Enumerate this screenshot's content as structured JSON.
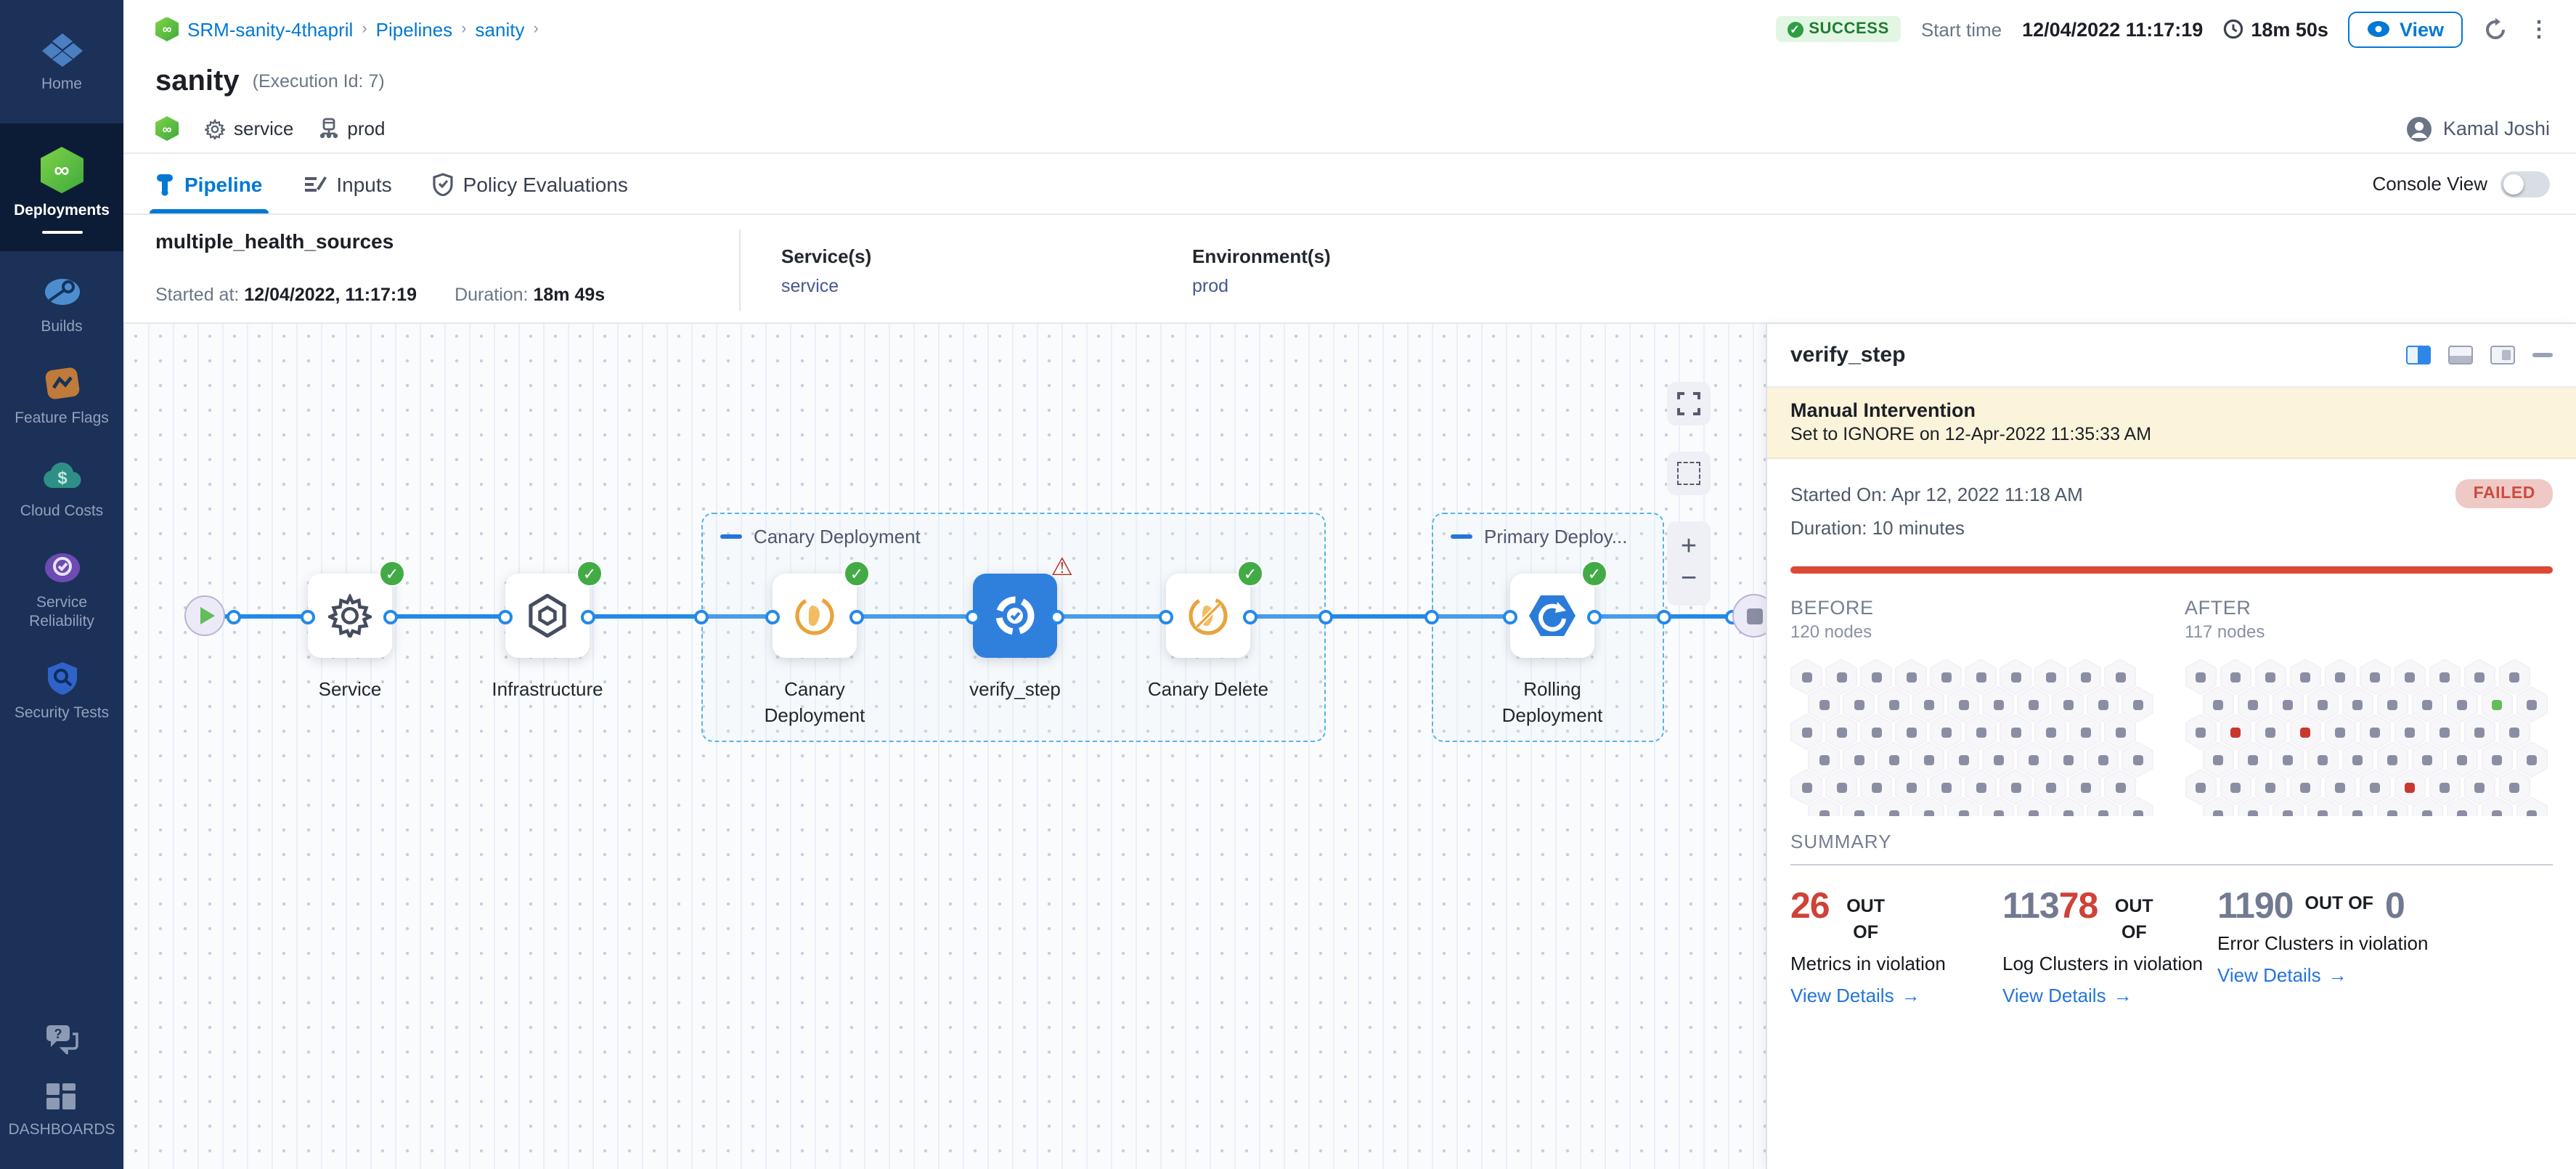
{
  "sidebar": {
    "items": [
      {
        "label": "Home"
      },
      {
        "label": "Deployments"
      },
      {
        "label": "Builds"
      },
      {
        "label": "Feature Flags"
      },
      {
        "label": "Cloud Costs"
      },
      {
        "label": "Service Reliability"
      },
      {
        "label": "Security Tests"
      }
    ],
    "dashboards_label": "DASHBOARDS",
    "infinity_glyph": "∞"
  },
  "header": {
    "breadcrumb": {
      "project": "SRM-sanity-4thapril",
      "pipelines": "Pipelines",
      "pipeline": "sanity"
    },
    "title": "sanity",
    "execution_id": "(Execution Id: 7)",
    "status": "SUCCESS",
    "start_time_label": "Start time",
    "start_time": "12/04/2022 11:17:19",
    "duration": "18m 50s",
    "view_label": "View",
    "tag_service": "service",
    "tag_env": "prod",
    "user": "Kamal Joshi"
  },
  "tabs": {
    "pipeline": "Pipeline",
    "inputs": "Inputs",
    "policy": "Policy Evaluations",
    "console_view": "Console View"
  },
  "run_info": {
    "name": "multiple_health_sources",
    "started_label": "Started at:",
    "started": "12/04/2022, 11:17:19",
    "duration_label": "Duration:",
    "duration": "18m 49s",
    "services_label": "Service(s)",
    "service": "service",
    "env_label": "Environment(s)",
    "env": "prod"
  },
  "pipeline": {
    "groups": {
      "canary": "Canary Deployment",
      "primary": "Primary Deploy..."
    },
    "nodes": {
      "service": "Service",
      "infrastructure": "Infrastructure",
      "canary_deployment": "Canary Deployment",
      "verify_step": "verify_step",
      "canary_delete": "Canary Delete",
      "rolling_deployment": "Rolling Deployment"
    }
  },
  "panel": {
    "title": "verify_step",
    "banner_title": "Manual Intervention",
    "banner_subtitle": "Set to IGNORE on 12-Apr-2022 11:35:33 AM",
    "started": "Started On: Apr 12, 2022 11:18 AM",
    "duration": "Duration: 10 minutes",
    "status": "FAILED",
    "before_label": "BEFORE",
    "before_nodes": "120 nodes",
    "after_label": "AFTER",
    "after_nodes": "117 nodes",
    "hexgrid_before": [
      "gggggggggg",
      "gggggggggg",
      "gggggggggg",
      "gggggggggg",
      "gggggggggg",
      "gggggggggg"
    ],
    "hexgrid_after": [
      "gggggggggg",
      "ggggggggGg",
      "grgrgggggg",
      "gggggggggg",
      "ggggggrggg",
      "gggggggggg"
    ],
    "summary_label": "SUMMARY",
    "summary": {
      "item1": {
        "value": "26",
        "outof": "OUT OF",
        "label": "Metrics in violation",
        "link": "View Details"
      },
      "item2": {
        "value_gray": "113",
        "value_red": "78",
        "outof": "OUT OF",
        "label": "Log Clusters in violation",
        "link": "View Details"
      },
      "item3": {
        "value": "1190",
        "outof": "OUT OF",
        "total": "0",
        "label": "Error Clusters in violation",
        "link": "View Details"
      }
    }
  },
  "colors": {
    "accent_blue": "#0278d5",
    "nav_bg": "#1b3157",
    "success_green": "#42ab45",
    "failed_red": "#cc4b40",
    "bar_red": "#da4a35",
    "summary_red": "#cf4237",
    "summary_gray": "#717a90",
    "connector_blue": "#2589e8",
    "banner_yellow": "#fcf4da"
  }
}
